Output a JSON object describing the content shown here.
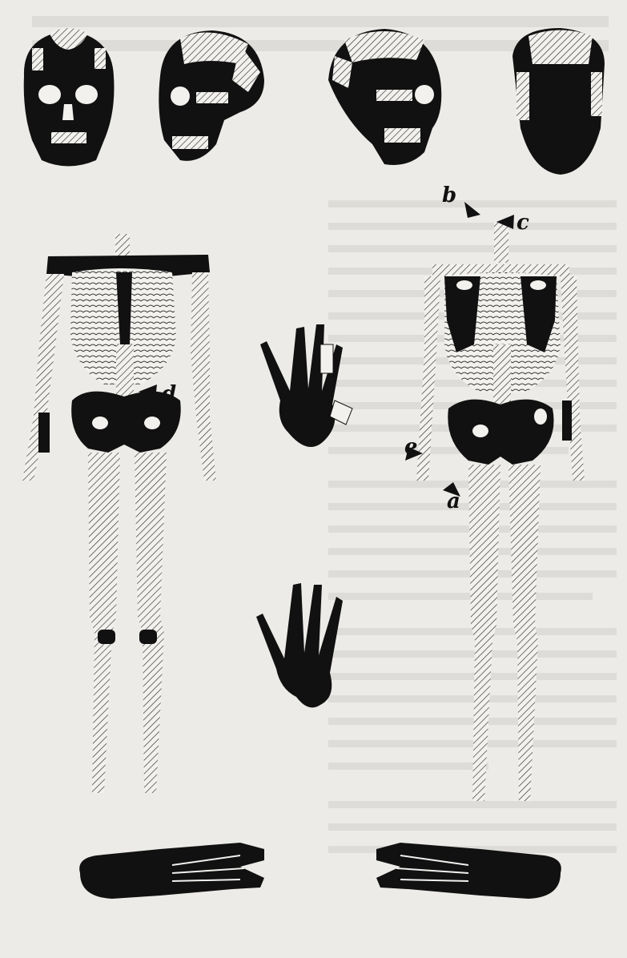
{
  "figure": {
    "type": "skeletal distribution diagram",
    "labels": {
      "a": "a",
      "b": "b",
      "c": "c",
      "d": "d",
      "e": "e"
    },
    "colors": {
      "paper": "#ecebe8",
      "ink": "#111111",
      "hatch": "#3a3a3a",
      "bleed_text": "#c9c6c0"
    }
  }
}
